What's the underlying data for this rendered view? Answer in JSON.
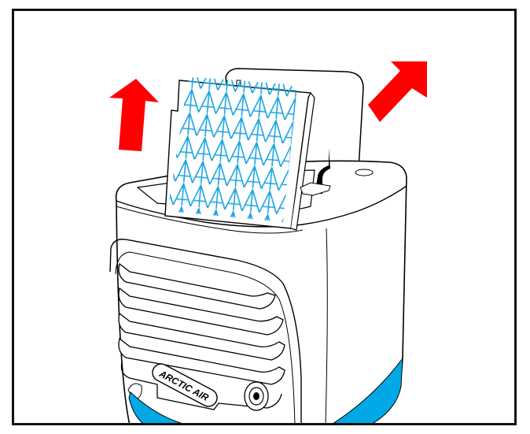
{
  "illustration": {
    "subject": "Arctic Air personal evaporative cooler — removing water tank lid and filter cartridge",
    "brand_logo": "ARCTIC AIR",
    "steps": [
      {
        "arrow": "up-arrow",
        "meaning": "lift filter out"
      },
      {
        "arrow": "up-right-arrow",
        "meaning": "remove tank lid"
      }
    ]
  },
  "colors": {
    "frame": "#111111",
    "arrow": "#ff0000",
    "filter_pattern": "#1aa3e2",
    "base_accent": "#00a9e6",
    "outline": "#000000",
    "background": "#ffffff"
  }
}
